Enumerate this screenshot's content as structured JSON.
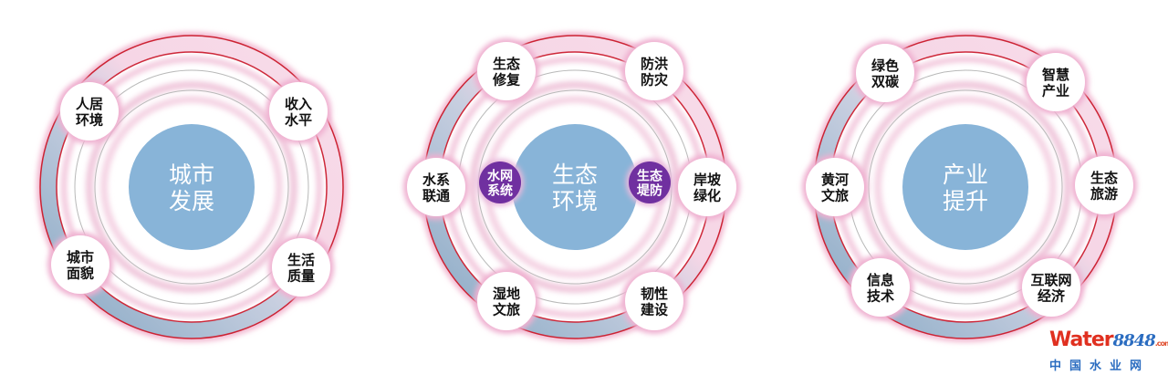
{
  "diagrams": [
    {
      "center": [
        "城市",
        "发展"
      ],
      "nodes": [
        [
          "人居",
          "环境"
        ],
        [
          "收入",
          "水平"
        ],
        [
          "城市",
          "面貌"
        ],
        [
          "生活",
          "质量"
        ]
      ]
    },
    {
      "center": [
        "生态",
        "环境"
      ],
      "nodes": [
        [
          "生态",
          "修复"
        ],
        [
          "防洪",
          "防灾"
        ],
        [
          "水系",
          "联通"
        ],
        [
          "岸坡",
          "绿化"
        ],
        [
          "湿地",
          "文旅"
        ],
        [
          "韧性",
          "建设"
        ]
      ],
      "inner_nodes": [
        [
          "水网",
          "系统"
        ],
        [
          "生态",
          "堤防"
        ]
      ]
    },
    {
      "center": [
        "产业",
        "提升"
      ],
      "nodes": [
        [
          "绿色",
          "双碳"
        ],
        [
          "智慧",
          "产业"
        ],
        [
          "黄河",
          "文旅"
        ],
        [
          "生态",
          "旅游"
        ],
        [
          "信息",
          "技术"
        ],
        [
          "互联网",
          "经济"
        ]
      ]
    }
  ],
  "logo": {
    "brand": "Water",
    "number": "8848",
    "suffix": ".com",
    "chinese": "中国水业网"
  },
  "colors": {
    "center": "#88b4d8",
    "ring_red": "#cc2233",
    "purple": "#7030a0",
    "pink": "#f6d6e6",
    "blue_grey": "#8aaac6"
  }
}
